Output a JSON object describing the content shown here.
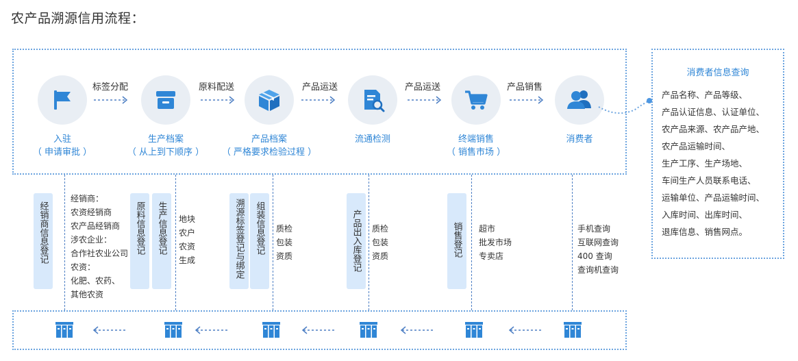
{
  "title": "农产品溯源信用流程：",
  "steps": [
    {
      "icon": "flag-icon",
      "label1": "入驻",
      "label2": "（ 申请审批 ）"
    },
    {
      "icon": "file-cabinet-icon",
      "label1": "生产档案",
      "label2": "（ 从上到下顺序 ）"
    },
    {
      "icon": "package-box-icon",
      "label1": "产品档案",
      "label2": "（ 严格要求检验过程 ）"
    },
    {
      "icon": "document-search-icon",
      "label1": "流通检测",
      "label2": ""
    },
    {
      "icon": "shopping-cart-icon",
      "label1": "终端销售",
      "label2": "（ 销售市场 ）"
    },
    {
      "icon": "users-icon",
      "label1": "消费者",
      "label2": ""
    }
  ],
  "arrows": [
    "标签分配",
    "原料配送",
    "产品运送",
    "产品运送",
    "产品销售"
  ],
  "consumer": {
    "title": "消费者信息查询",
    "lines": [
      "产品名称、产品等级、",
      "产品认证信息、认证单位、",
      "农产品来源、农产品产地、",
      "农产品运输时间、",
      "生产工序、生产场地、",
      "车间生产人员联系电话、",
      "运输单位、产品运输时间、",
      "入库时间、出库时间、",
      "退库信息、销售网点。"
    ]
  },
  "registrations": [
    "经销商信息登记",
    "原料信息登记",
    "生产信息登记",
    "溯源标签登记与绑定",
    "组装信息登记",
    "产品出入库登记",
    "销售登记"
  ],
  "info_blocks": {
    "dealers": [
      "经销商：",
      "农资经销商",
      "农产品经销商",
      "涉农企业：",
      "合作社农业公司",
      "农资：",
      "化肥、农药、",
      "其他农资"
    ],
    "production": [
      "地块",
      "农户",
      "农资",
      "生成"
    ],
    "assembly": [
      "质检",
      "包装",
      "资质"
    ],
    "warehouse": [
      "质检",
      "包装",
      "资质"
    ],
    "market": [
      "超市",
      "批发市场",
      "专卖店"
    ],
    "query": [
      "手机查询",
      "互联网查询",
      "400 查询",
      "查询机查询"
    ]
  },
  "colors": {
    "accent": "#2f86d6",
    "border": "#6aa3df",
    "circle": "#e9eef4",
    "bar": "#d8e9fb"
  }
}
